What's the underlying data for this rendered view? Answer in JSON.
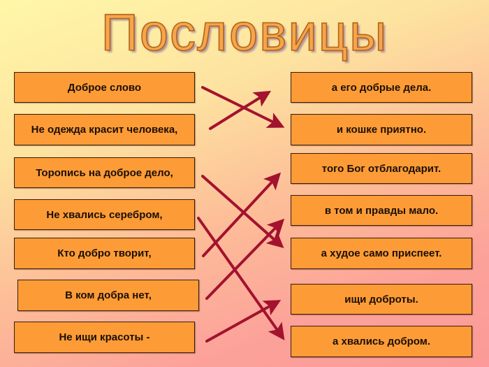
{
  "title": "Пословицы",
  "colors": {
    "box_fill": "#fd9c36",
    "box_border": "#3b1a0a",
    "arrow": "#a3122e",
    "title_fill": "#f6a54a"
  },
  "left_items": [
    {
      "label": "Доброе слово"
    },
    {
      "label": "Не одежда красит человека,"
    },
    {
      "label": "Торопись на доброе дело,"
    },
    {
      "label": "Не хвались серебром,"
    },
    {
      "label": "Кто добро творит,"
    },
    {
      "label": "В ком добра нет,"
    },
    {
      "label": "Не ищи красоты -"
    }
  ],
  "right_items": [
    {
      "label": "а его добрые дела."
    },
    {
      "label": "и кошке приятно."
    },
    {
      "label": "того Бог отблагодарит."
    },
    {
      "label": "в том и правды мало."
    },
    {
      "label": "а худое само приспеет."
    },
    {
      "label": "ищи доброты."
    },
    {
      "label": "а хвались добром."
    }
  ],
  "matches": [
    {
      "left": "Доброе слово",
      "right": "и кошке приятно."
    },
    {
      "left": "Не одежда красит человека,",
      "right": "а его добрые дела."
    },
    {
      "left": "Торопись на доброе дело,",
      "right": "а худое само приспеет."
    },
    {
      "left": "Не хвались серебром,",
      "right": "а хвались добром."
    },
    {
      "left": "Кто добро творит,",
      "right": "того Бог отблагодарит."
    },
    {
      "left": "В ком добра нет,",
      "right": "в том и правды мало."
    },
    {
      "left": "Не ищи красоты -",
      "right": "ищи доброты."
    }
  ]
}
